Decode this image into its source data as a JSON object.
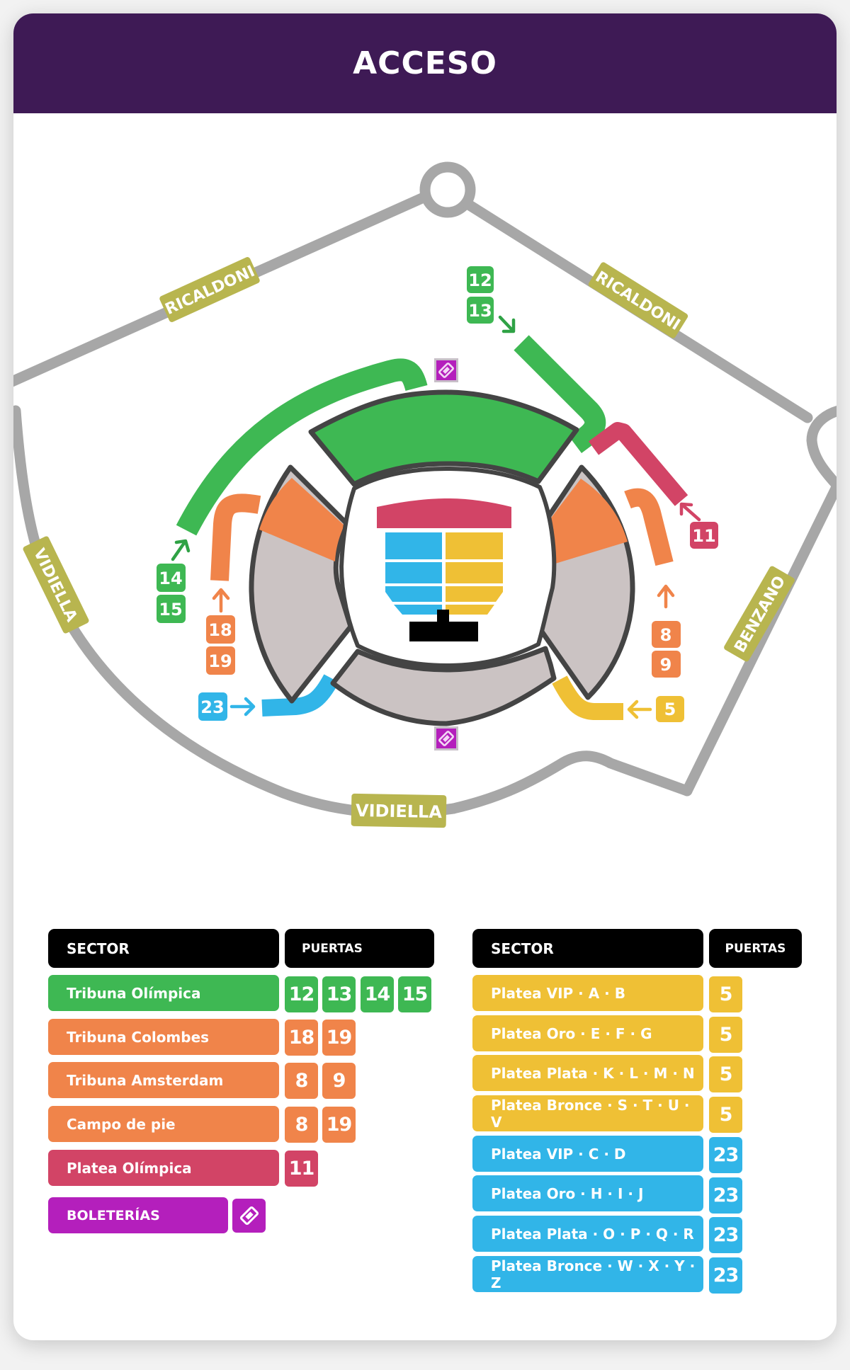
{
  "header": {
    "title": "ACCESO",
    "background": "#3e1a55"
  },
  "colors": {
    "green": "#3eb853",
    "orange": "#f0844a",
    "crimson": "#d24466",
    "yellow": "#efc035",
    "blue": "#31b5e8",
    "purple": "#b41fbc",
    "gray_stand": "#cbc3c3",
    "road": "#a7a7a7",
    "street_tag": "#b8b54f"
  },
  "map": {
    "streets": [
      {
        "name": "RICALDONI",
        "position": "top-left"
      },
      {
        "name": "RICALDONI",
        "position": "top-right"
      },
      {
        "name": "VIDIELLA",
        "position": "left"
      },
      {
        "name": "VIDIELLA",
        "position": "bottom"
      },
      {
        "name": "BENZANO",
        "position": "right"
      }
    ],
    "gates": {
      "g12": "12",
      "g13": "13",
      "g14": "14",
      "g15": "15",
      "g18": "18",
      "g19": "19",
      "g23": "23",
      "g11": "11",
      "g8": "8",
      "g9": "9",
      "g5": "5"
    },
    "ticket_offices": [
      {
        "icon": "ticket-icon",
        "position": "north"
      },
      {
        "icon": "ticket-icon",
        "position": "south"
      }
    ]
  },
  "legend_left": {
    "header_sector": "SECTOR",
    "header_gates": "PUERTAS",
    "rows": [
      {
        "sector": "Tribuna Olímpica",
        "color": "#3eb853",
        "gates": [
          "12",
          "13",
          "14",
          "15"
        ]
      },
      {
        "sector": "Tribuna Colombes",
        "color": "#f0844a",
        "gates": [
          "18",
          "19"
        ]
      },
      {
        "sector": "Tribuna Amsterdam",
        "color": "#f0844a",
        "gates": [
          "8",
          "9"
        ]
      },
      {
        "sector": "Campo de pie",
        "color": "#f0844a",
        "gates": [
          "8",
          "19"
        ]
      },
      {
        "sector": "Platea Olímpica",
        "color": "#d24466",
        "gates": [
          "11"
        ]
      }
    ],
    "boleterias": {
      "label": "BOLETERÍAS",
      "icon": "ticket-icon",
      "color": "#b41fbc"
    }
  },
  "legend_right": {
    "header_sector": "SECTOR",
    "header_gates": "PUERTAS",
    "rows": [
      {
        "sector": "Platea VIP · A · B",
        "color": "#efc035",
        "gates": [
          "5"
        ]
      },
      {
        "sector": "Platea Oro · E · F · G",
        "color": "#efc035",
        "gates": [
          "5"
        ]
      },
      {
        "sector": "Platea Plata · K · L · M · N",
        "color": "#efc035",
        "gates": [
          "5"
        ]
      },
      {
        "sector": "Platea Bronce · S · T · U · V",
        "color": "#efc035",
        "gates": [
          "5"
        ]
      },
      {
        "sector": "Platea VIP · C · D",
        "color": "#31b5e8",
        "gates": [
          "23"
        ]
      },
      {
        "sector": "Platea Oro · H · I · J",
        "color": "#31b5e8",
        "gates": [
          "23"
        ]
      },
      {
        "sector": "Platea Plata · O · P · Q · R",
        "color": "#31b5e8",
        "gates": [
          "23"
        ]
      },
      {
        "sector": "Platea Bronce · W · X · Y · Z",
        "color": "#31b5e8",
        "gates": [
          "23"
        ]
      }
    ]
  }
}
